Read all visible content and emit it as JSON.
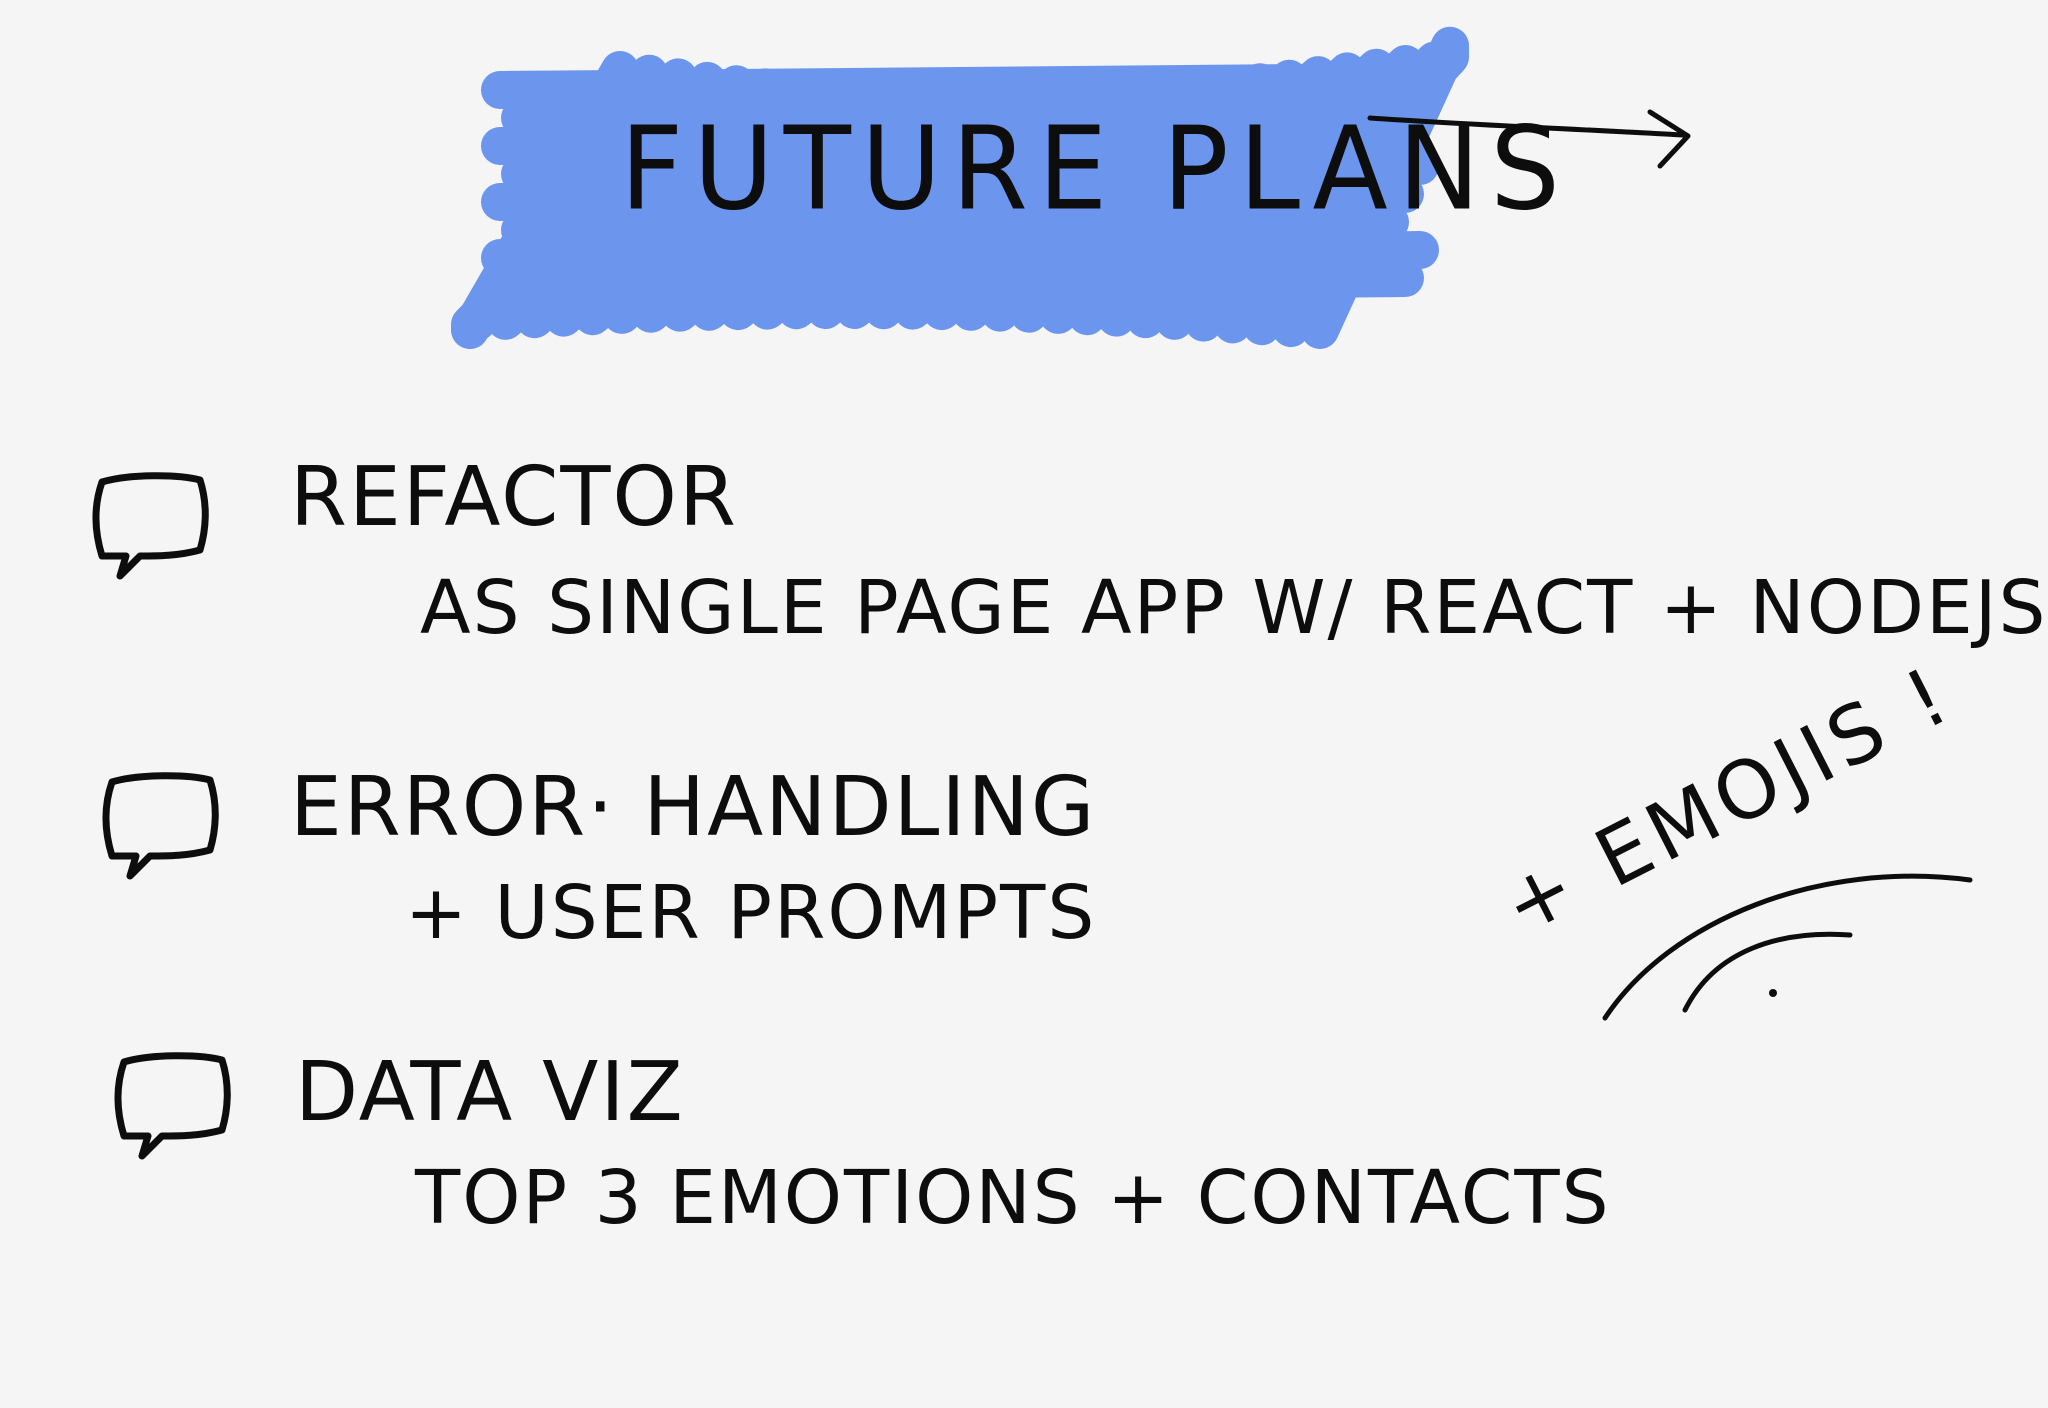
{
  "title": "FUTURE PLANS",
  "colors": {
    "highlight": "#6a95ee",
    "ink": "#0d0d0d",
    "paper": "#f4f5f4"
  },
  "items": [
    {
      "icon": "speech-bubble-icon",
      "title": "REFACTOR",
      "subtitle": "AS SINGLE PAGE APP W/ REACT + NODEJS"
    },
    {
      "icon": "speech-bubble-icon",
      "title": "ERROR· HANDLING",
      "subtitle": "+ USER PROMPTS"
    },
    {
      "icon": "speech-bubble-icon",
      "title": "DATA VIZ",
      "subtitle": "TOP 3 EMOTIONS + CONTACTS"
    }
  ],
  "side_note": "+ EMOJIS !"
}
